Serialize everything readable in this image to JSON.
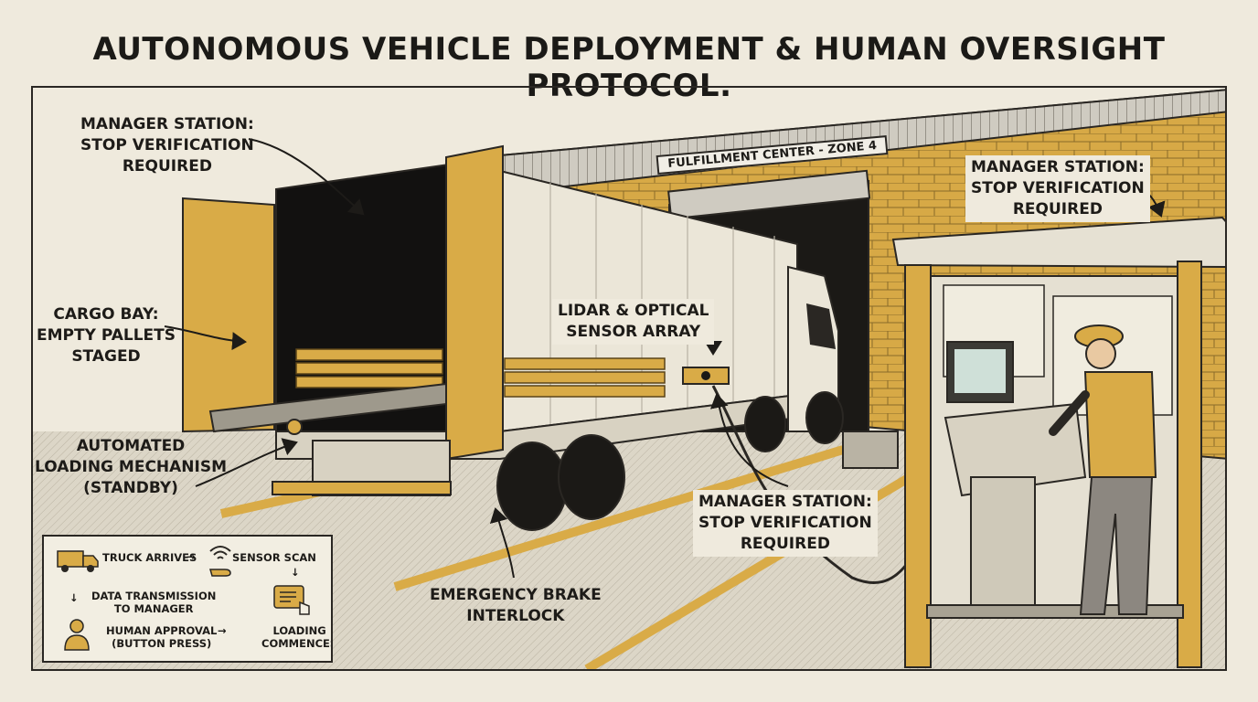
{
  "title": "AUTONOMOUS VEHICLE DEPLOYMENT & HUMAN OVERSIGHT PROTOCOL.",
  "sign": "FULFILLMENT CENTER - ZONE 4",
  "labels": {
    "manager_top_left": "MANAGER STATION:\nSTOP VERIFICATION\nREQUIRED",
    "manager_top_right": "MANAGER STATION:\nSTOP VERIFICATION\nREQUIRED",
    "manager_center": "MANAGER STATION:\nSTOP VERIFICATION\nREQUIRED",
    "cargo_bay": "CARGO BAY:\nEMPTY PALLETS\nSTAGED",
    "lidar": "LIDAR & OPTICAL\nSENSOR ARRAY",
    "loading_mechanism": "AUTOMATED\nLOADING MECHANISM\n(STANDBY)",
    "brake": "EMERGENCY BRAKE\nINTERLOCK"
  },
  "legend": {
    "truck_arrives": "TRUCK ARRIVES",
    "sensor_scan": "SENSOR SCAN",
    "data_transmission": "DATA TRANSMISSION\nTO MANAGER",
    "human_approval": "HUMAN APPROVAL\n(BUTTON PRESS)",
    "loading_commences": "LOADING\nCOMMENCES"
  },
  "colors": {
    "background": "#efeadd",
    "accent_yellow": "#d9ab47",
    "ink": "#1d1b18",
    "brick": "#d7a946",
    "trailer": "#ebe6d8",
    "cargo_interior": "#141311"
  },
  "icons": [
    "truck-icon",
    "wifi-icon",
    "hand-icon",
    "person-icon",
    "touchscreen-icon"
  ]
}
